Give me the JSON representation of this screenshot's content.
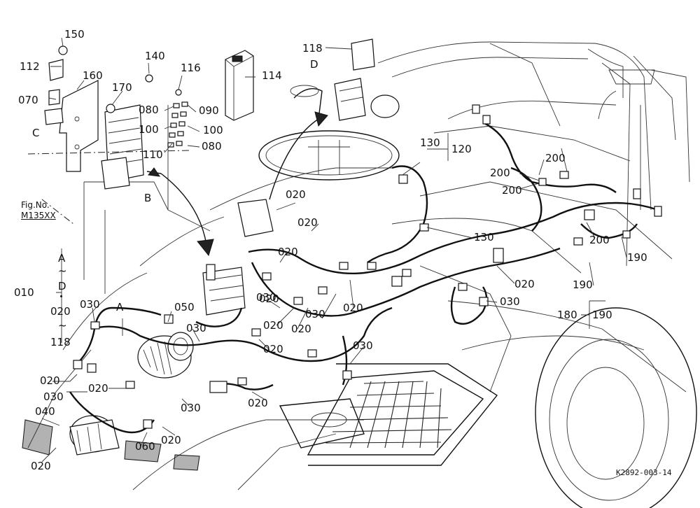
{
  "diagram": {
    "drawing_number": "K2892-003-14",
    "figure_reference": {
      "line1": "Fig.No.",
      "line2": "M135XX"
    },
    "range_label": {
      "start": "A",
      "tilde1": "~",
      "mid": "D",
      "dot": "・",
      "mid2": "020",
      "tilde2": "~",
      "end": "118",
      "code": "010"
    },
    "letters": {
      "a": "A",
      "b": "B",
      "c": "C",
      "d": "D",
      "a2": "A",
      "d2": "D"
    },
    "callouts": {
      "c150": "150",
      "c112": "112",
      "c160": "160",
      "c070": "070",
      "c170": "170",
      "c140": "140",
      "c116": "116",
      "c114": "114",
      "c118": "118",
      "c080a": "080",
      "c090": "090",
      "c100a": "100",
      "c100b": "100",
      "c110": "110",
      "c080b": "080",
      "c130a": "130",
      "c120": "120",
      "c130b": "130",
      "c200a": "200",
      "c200b": "200",
      "c200c": "200",
      "c200d": "200",
      "c190a": "190",
      "c190b": "190",
      "c180": "180",
      "c190c": "190",
      "c020_1": "020",
      "c020_2": "020",
      "c020_3": "020",
      "c020_4": "020",
      "c020_5": "020",
      "c020_6": "020",
      "c020_7": "020",
      "c020_8": "020",
      "c020_9": "020",
      "c020_10": "020",
      "c020_11": "020",
      "c020_12": "020",
      "c020_13": "020",
      "c020_14": "020",
      "c030_1": "030",
      "c030_2": "030",
      "c030_3": "030",
      "c030_4": "030",
      "c030_5": "030",
      "c030_6": "030",
      "c030_7": "030",
      "c030_8": "030",
      "c050": "050",
      "c060": "060",
      "c040": "040"
    }
  }
}
